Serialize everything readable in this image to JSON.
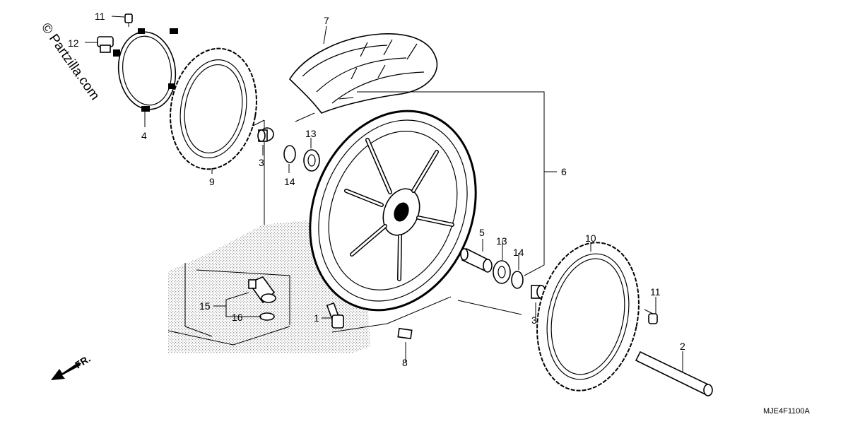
{
  "watermark": "© Partzilla.com",
  "diagram_code": "MJE4F1100A",
  "front_indicator": "FR.",
  "callouts": {
    "c1": "1",
    "c2": "2",
    "c3a": "3",
    "c3b": "3",
    "c4": "4",
    "c5": "5",
    "c6": "6",
    "c7": "7",
    "c8": "8",
    "c9": "9",
    "c10": "10",
    "c11a": "11",
    "c11b": "11",
    "c12": "12",
    "c13a": "13",
    "c13b": "13",
    "c14a": "14",
    "c14b": "14",
    "c15": "15",
    "c16": "16"
  },
  "colors": {
    "line": "#000000",
    "background": "#ffffff",
    "shading": "#b8b8b8"
  }
}
